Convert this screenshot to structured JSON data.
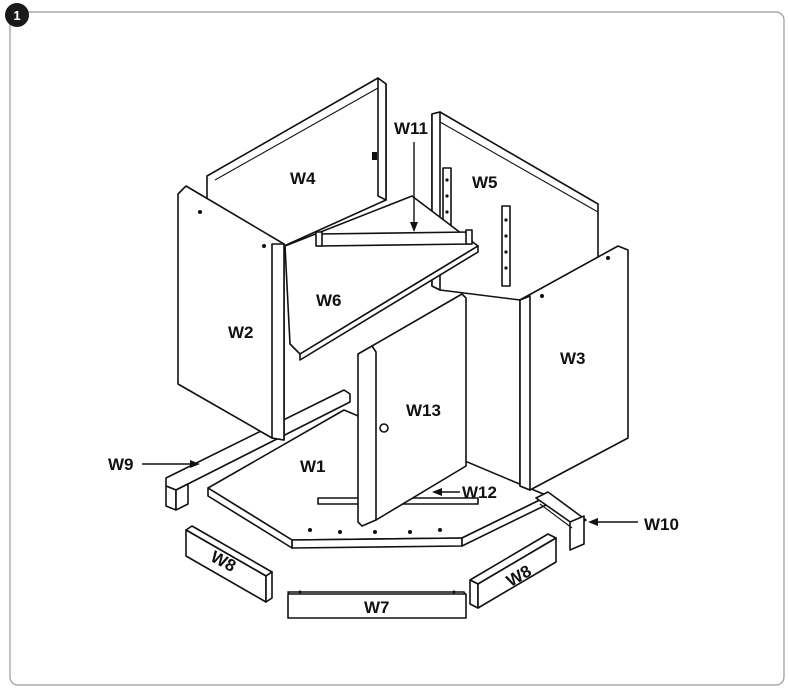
{
  "step": {
    "number": "1"
  },
  "parts": {
    "W1": "W1",
    "W2": "W2",
    "W3": "W3",
    "W4": "W4",
    "W5": "W5",
    "W6": "W6",
    "W7": "W7",
    "W8a": "W8",
    "W8b": "W8",
    "W9": "W9",
    "W10": "W10",
    "W11": "W11",
    "W12": "W12",
    "W13": "W13"
  }
}
